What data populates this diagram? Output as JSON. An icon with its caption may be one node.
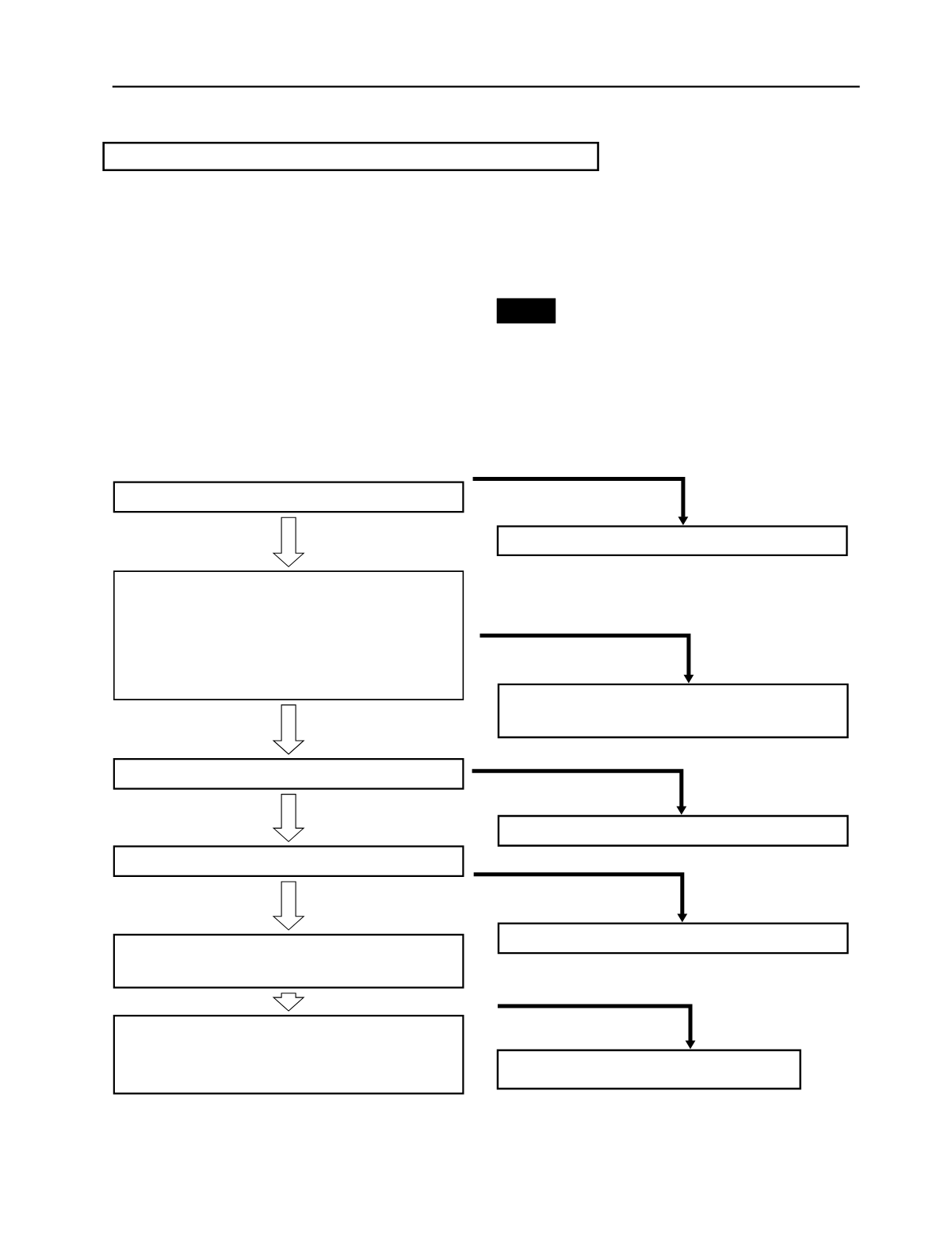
{
  "diagram": {
    "nodes": [
      {
        "text": [],
        "shape": "box"
      },
      {
        "text": [],
        "shape": "bar"
      },
      {
        "text": [],
        "shape": "box"
      },
      {
        "text": [],
        "shape": "box"
      },
      {
        "text": [],
        "shape": "box"
      },
      {
        "text": [],
        "shape": "box"
      },
      {
        "text": [],
        "shape": "box"
      },
      {
        "text": [],
        "shape": "box"
      },
      {
        "text": [],
        "shape": "box"
      },
      {
        "text": [],
        "shape": "box"
      },
      {
        "text": [],
        "shape": "box"
      },
      {
        "text": [],
        "shape": "box"
      },
      {
        "text": [],
        "shape": "box"
      }
    ],
    "edges": [
      {
        "from": 2,
        "to": 4,
        "arrow": "to"
      },
      {
        "from": 2,
        "to": 3,
        "arrow": "to"
      },
      {
        "from": 4,
        "to": 6,
        "arrow": "to"
      },
      {
        "from": 4,
        "to": 5,
        "arrow": "to"
      },
      {
        "from": 6,
        "to": 8,
        "arrow": "to"
      },
      {
        "from": 6,
        "to": 7,
        "arrow": "to"
      },
      {
        "from": 8,
        "to": 10,
        "arrow": "to"
      },
      {
        "from": 8,
        "to": 9,
        "arrow": "to"
      },
      {
        "from": 10,
        "to": 12,
        "arrow": "to"
      },
      {
        "from": null,
        "to": 11,
        "arrow": "to"
      }
    ]
  }
}
